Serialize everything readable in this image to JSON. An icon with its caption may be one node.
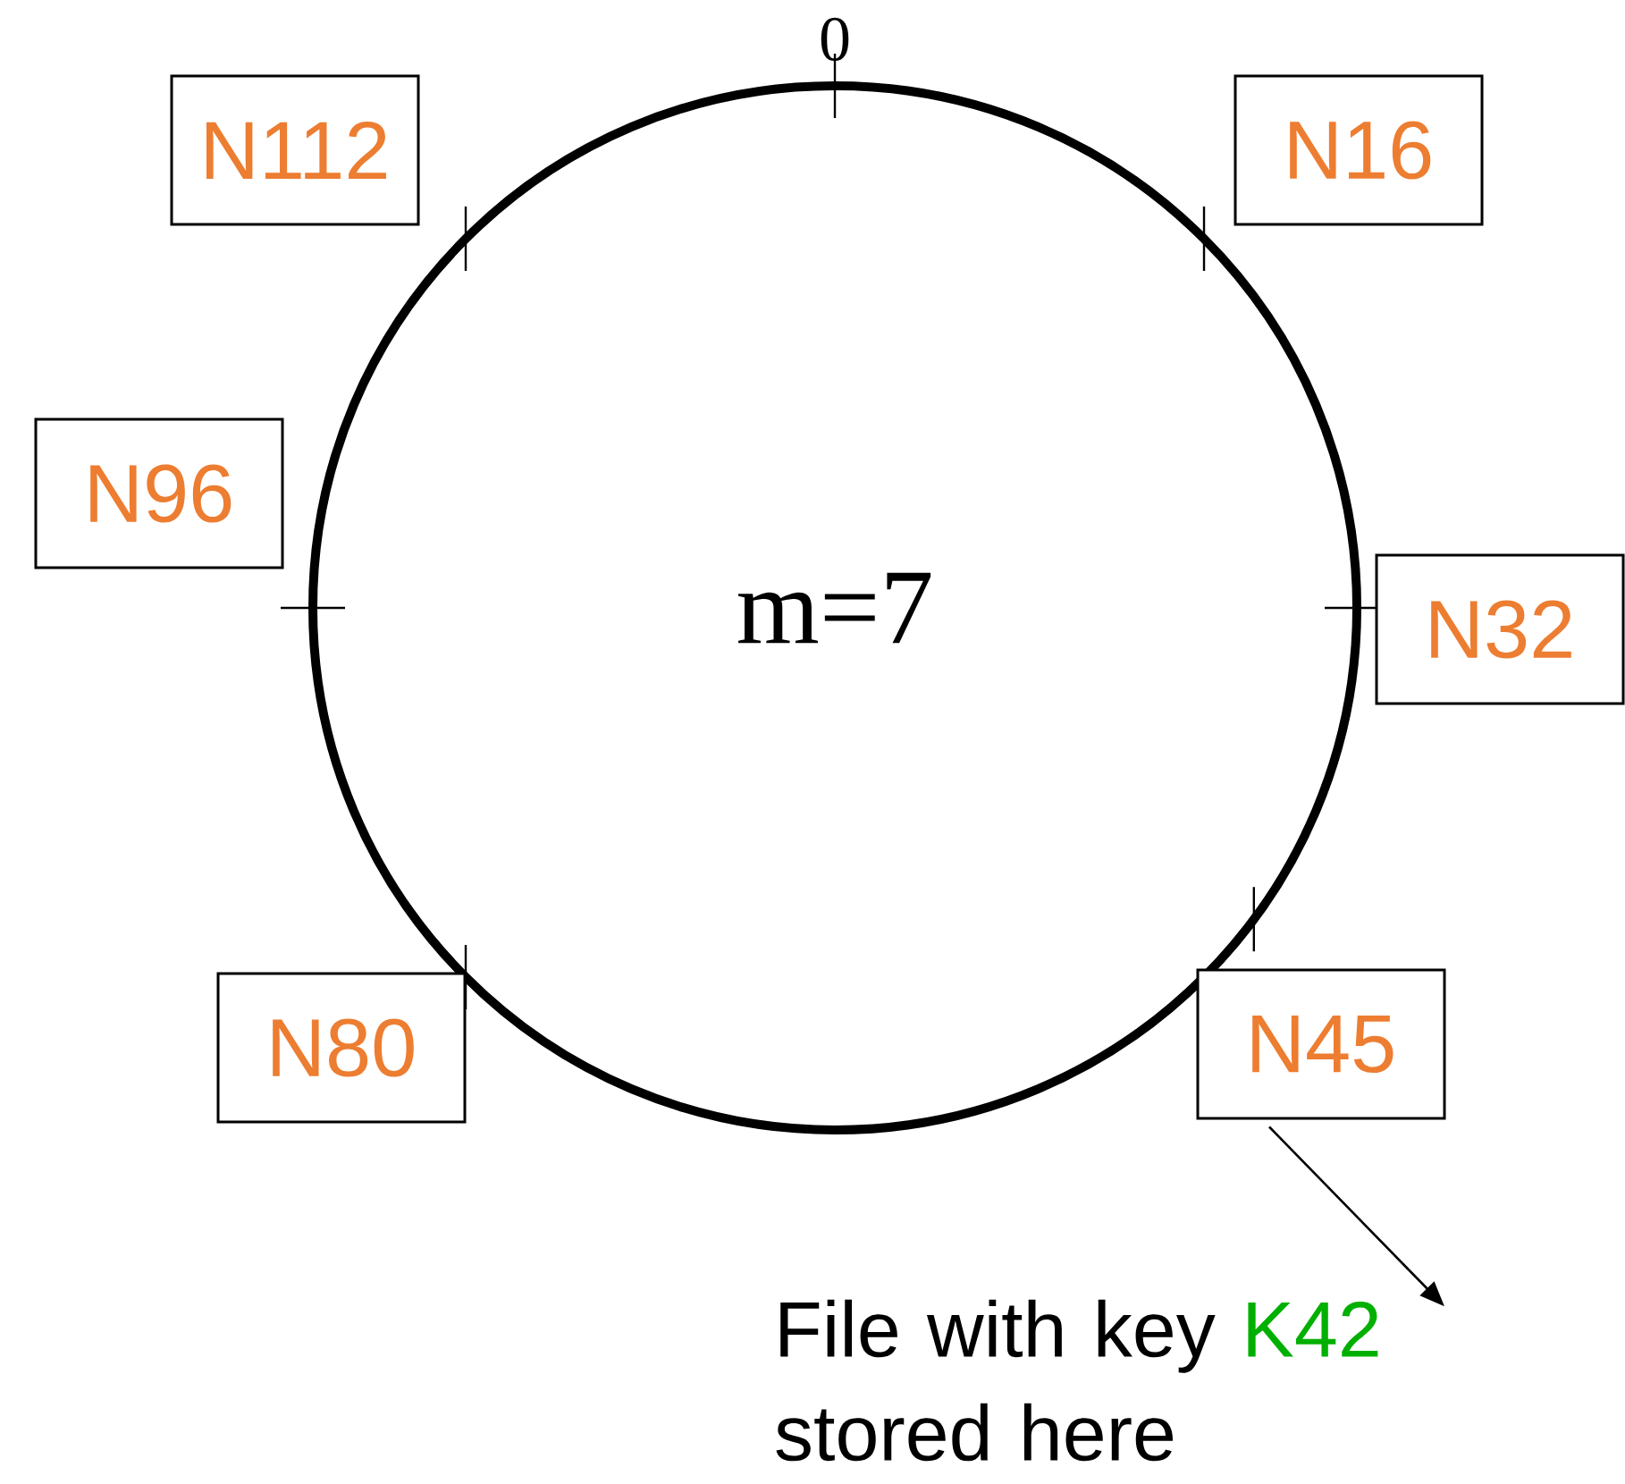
{
  "diagram": {
    "nodes": [
      {
        "text": [
          "N112"
        ]
      },
      {
        "text": [
          "N16"
        ]
      },
      {
        "text": [
          "N96"
        ]
      },
      {
        "text": [
          "m=7"
        ]
      },
      {
        "text": [
          "N32"
        ]
      },
      {
        "text": [
          "N80"
        ]
      },
      {
        "text": [
          "N45"
        ]
      },
      {
        "text": [
          "File with key",
          "K42",
          "stored here"
        ]
      }
    ],
    "edges": [
      {
        "from": 6,
        "to": 7,
        "arrow": "to"
      }
    ],
    "labels": [
      "0"
    ]
  }
}
